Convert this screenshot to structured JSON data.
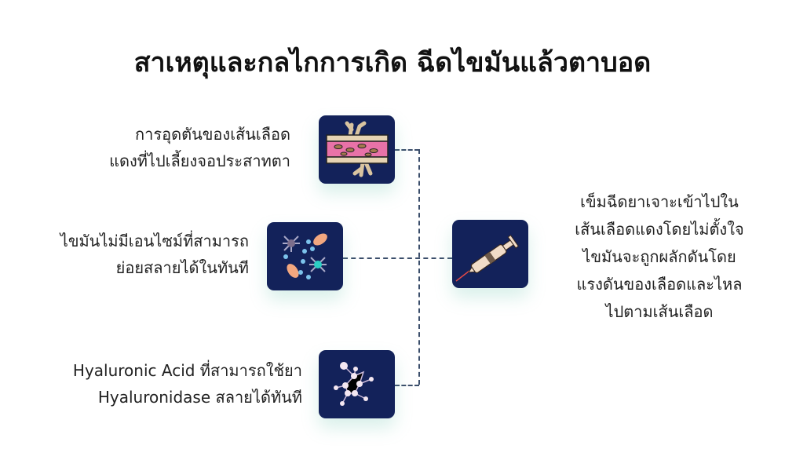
{
  "title": "สาเหตุและกลไกการเกิด ฉีดไขมันแล้วตาบอด",
  "causes": [
    {
      "lines": [
        "การอุดตันของเส้นเลือด",
        "แดงที่ไปเลี้ยงจอประสาทตา"
      ],
      "icon": "blood-vessel-icon"
    },
    {
      "lines": [
        "ไขมันไม่มีเอนไซม์ที่สามารถ",
        "ย่อยสลายได้ในทันที"
      ],
      "icon": "cells-enzymes-icon"
    },
    {
      "lines": [
        "Hyaluronic Acid ที่สามารถใช้ยา",
        "Hyaluronidase สลายได้ทันที"
      ],
      "icon": "molecule-icon"
    }
  ],
  "mechanism": {
    "lines": [
      "เข็มฉีดยาเจาะเข้าไปใน",
      "เส้นเลือดแดงโดยไม่ตั้งใจ",
      "ไขมันจะถูกผลักดันโดย",
      "แรงดันของเลือดและไหล",
      "ไปตามเส้นเลือด"
    ],
    "icon": "syringe-icon"
  },
  "colors": {
    "box": "#13225a",
    "connector": "#3b4e6b"
  }
}
